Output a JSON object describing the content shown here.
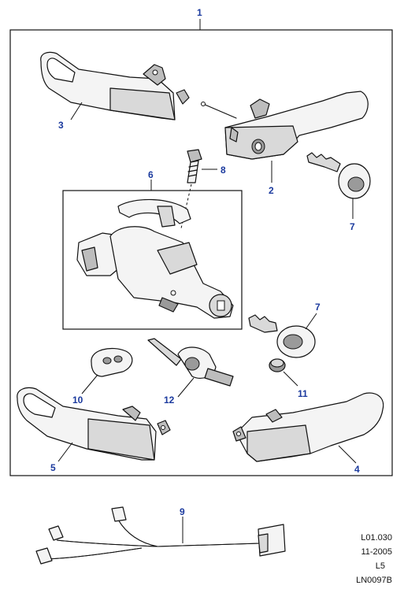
{
  "callouts": {
    "c1": "1",
    "c2": "2",
    "c3": "3",
    "c4": "4",
    "c5": "5",
    "c6": "6",
    "c7a": "7",
    "c7b": "7",
    "c8": "8",
    "c9": "9",
    "c10": "10",
    "c11": "11",
    "c12": "12"
  },
  "reference": {
    "code": "L01.030",
    "date": "11-2005",
    "line3": "L5",
    "drawing_no": "LN0097B"
  },
  "colors": {
    "callout": "#1b3a9e",
    "line": "#111111",
    "part_fill": "#f4f4f4",
    "part_shade": "#d9d9d9",
    "part_dark": "#9a9a9a"
  }
}
